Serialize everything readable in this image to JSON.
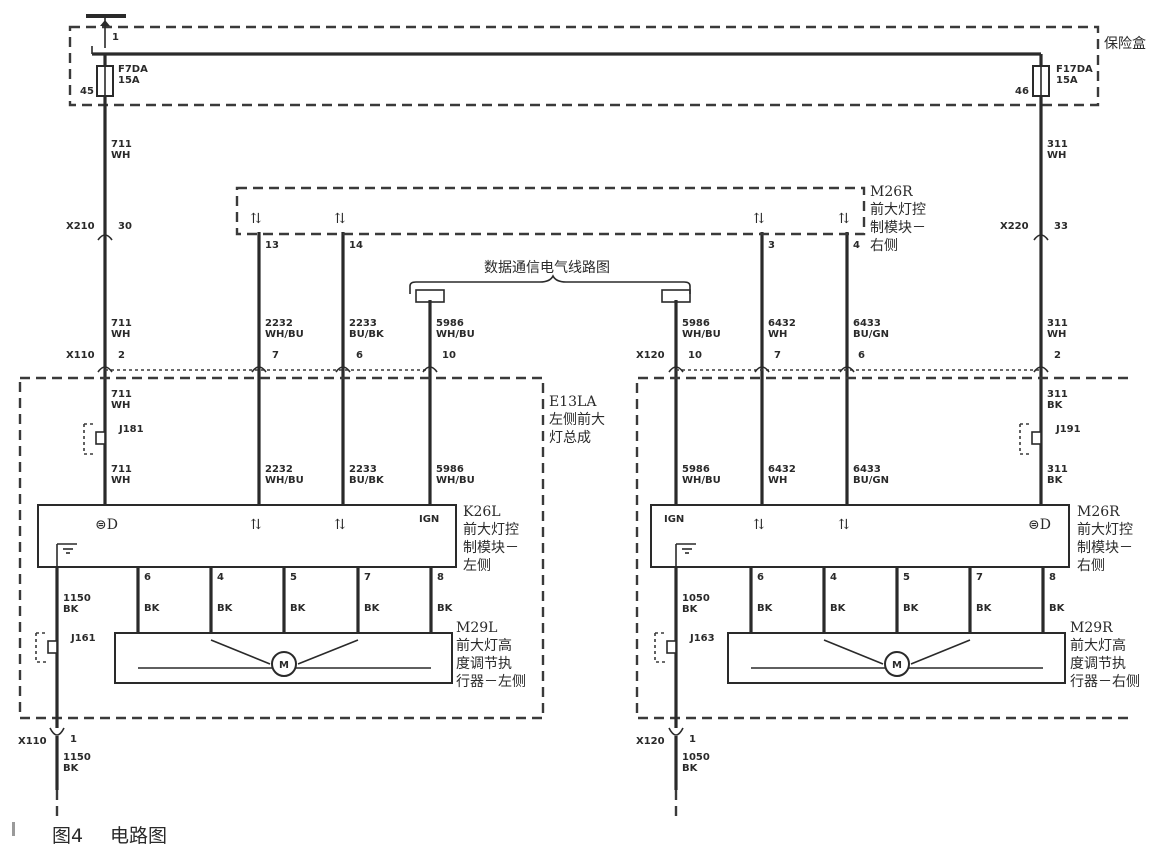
{
  "fuse_box": {
    "label": "保险盒",
    "top_pin": "1",
    "left_fuse": {
      "name": "F7DA",
      "rating": "15A",
      "pin": "45"
    },
    "right_fuse": {
      "name": "F17DA",
      "rating": "15A",
      "pin": "46"
    }
  },
  "left_feed": {
    "top_circuit": "711",
    "top_color": "WH",
    "conn": "X210",
    "conn_pin": "30",
    "mid_circuit": "711",
    "mid_color": "WH"
  },
  "right_feed": {
    "top_circuit": "311",
    "top_color": "WH",
    "conn": "X220",
    "conn_pin": "33",
    "mid_circuit": "311",
    "mid_color": "WH"
  },
  "module_top": {
    "name": "M26R",
    "desc": [
      "前大灯控",
      "制模块－",
      "右侧"
    ],
    "pins": [
      "13",
      "14",
      "3",
      "4"
    ]
  },
  "data_bus": {
    "title": "数据通信电气线路图"
  },
  "wires_upper_left": [
    {
      "circuit": "2232",
      "color": "WH/BU"
    },
    {
      "circuit": "2233",
      "color": "BU/BK"
    },
    {
      "circuit": "5986",
      "color": "WH/BU"
    }
  ],
  "wires_upper_right": [
    {
      "circuit": "5986",
      "color": "WH/BU"
    },
    {
      "circuit": "6432",
      "color": "WH"
    },
    {
      "circuit": "6433",
      "color": "BU/GN"
    }
  ],
  "x110": {
    "name": "X110",
    "pins": [
      "2",
      "7",
      "6",
      "10"
    ]
  },
  "x120": {
    "name": "X120",
    "pins": [
      "10",
      "7",
      "6",
      "2"
    ]
  },
  "left_assembly": {
    "name": "E13LA",
    "desc": [
      "左侧前大",
      "灯总成"
    ],
    "in_wires": [
      {
        "circuit": "711",
        "color": "WH"
      },
      {
        "circuit": "711",
        "color": "WH"
      }
    ],
    "splice": "J181",
    "lower_wires": [
      {
        "circuit": "2232",
        "color": "WH/BU"
      },
      {
        "circuit": "2233",
        "color": "BU/BK"
      },
      {
        "circuit": "5986",
        "color": "WH/BU"
      }
    ],
    "module": {
      "name": "K26L",
      "desc": [
        "前大灯控",
        "制模块－",
        "左侧"
      ],
      "ign": "IGN"
    },
    "pins": [
      "6",
      "4",
      "5",
      "7",
      "8"
    ],
    "pin_colors": [
      "BK",
      "BK",
      "BK",
      "BK",
      "BK"
    ],
    "actuator": {
      "name": "M29L",
      "desc": [
        "前大灯高",
        "度调节执",
        "行器－左侧"
      ],
      "symbol": "M"
    },
    "ground": {
      "circuit": "1150",
      "color": "BK",
      "splice": "J161",
      "conn": "X110",
      "conn_pin": "1"
    }
  },
  "right_assembly": {
    "in_wires": [
      {
        "circuit": "311",
        "color": "BK"
      },
      {
        "circuit": "311",
        "color": "BK"
      }
    ],
    "splice": "J191",
    "lower_wires": [
      {
        "circuit": "5986",
        "color": "WH/BU"
      },
      {
        "circuit": "6432",
        "color": "WH"
      },
      {
        "circuit": "6433",
        "color": "BU/GN"
      }
    ],
    "module": {
      "name": "M26R",
      "desc": [
        "前大灯控",
        "制模块－",
        "右侧"
      ],
      "ign": "IGN"
    },
    "pins": [
      "6",
      "4",
      "5",
      "7",
      "8"
    ],
    "pin_colors": [
      "BK",
      "BK",
      "BK",
      "BK",
      "BK"
    ],
    "actuator": {
      "name": "M29R",
      "desc": [
        "前大灯高",
        "度调节执",
        "行器－右侧"
      ],
      "symbol": "M"
    },
    "ground": {
      "circuit": "1050",
      "color": "BK",
      "splice": "J163",
      "conn": "X120",
      "conn_pin": "1"
    }
  },
  "caption": {
    "fig": "图4",
    "title": "电路图"
  }
}
